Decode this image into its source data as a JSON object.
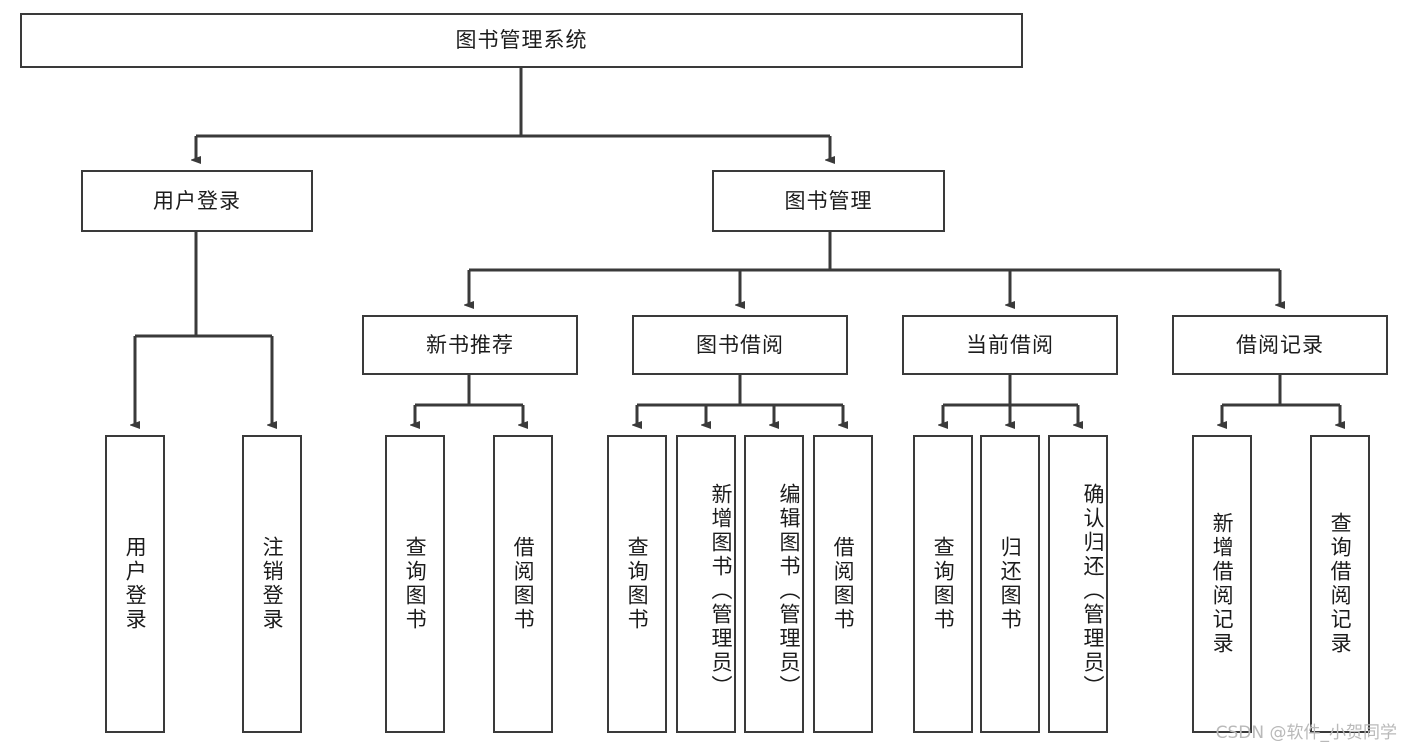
{
  "diagram": {
    "title": "图书管理系统",
    "watermark": "CSDN @软件_小贺同学",
    "levels": {
      "root": "图书管理系统",
      "level2": [
        "用户登录",
        "图书管理"
      ],
      "level3": [
        "新书推荐",
        "图书借阅",
        "当前借阅",
        "借阅记录"
      ]
    },
    "nodes": {
      "root": {
        "label": "图书管理系统"
      },
      "user_login": {
        "label": "用户登录"
      },
      "book_manage": {
        "label": "图书管理"
      },
      "new_book_rec": {
        "label": "新书推荐"
      },
      "book_borrow": {
        "label": "图书借阅"
      },
      "current_borrow": {
        "label": "当前借阅"
      },
      "borrow_record": {
        "label": "借阅记录"
      },
      "leaf_user_login": {
        "label": "用户登录"
      },
      "leaf_logout": {
        "label": "注销登录"
      },
      "leaf_query_book_1": {
        "label": "查询图书"
      },
      "leaf_borrow_book_1": {
        "label": "借阅图书"
      },
      "leaf_query_book_2": {
        "label": "查询图书"
      },
      "leaf_add_book": {
        "label": "新增图书（管理员）"
      },
      "leaf_edit_book": {
        "label": "编辑图书（管理员）"
      },
      "leaf_borrow_book_2": {
        "label": "借阅图书"
      },
      "leaf_query_book_3": {
        "label": "查询图书"
      },
      "leaf_return_book": {
        "label": "归还图书"
      },
      "leaf_confirm_return": {
        "label": "确认归还（管理员）"
      },
      "leaf_add_record": {
        "label": "新增借阅记录"
      },
      "leaf_query_record": {
        "label": "查询借阅记录"
      }
    },
    "colors": {
      "border": "#3a3a3a",
      "text": "#1c1c1c",
      "background": "#ffffff",
      "watermark": "#b9b9b9"
    }
  }
}
